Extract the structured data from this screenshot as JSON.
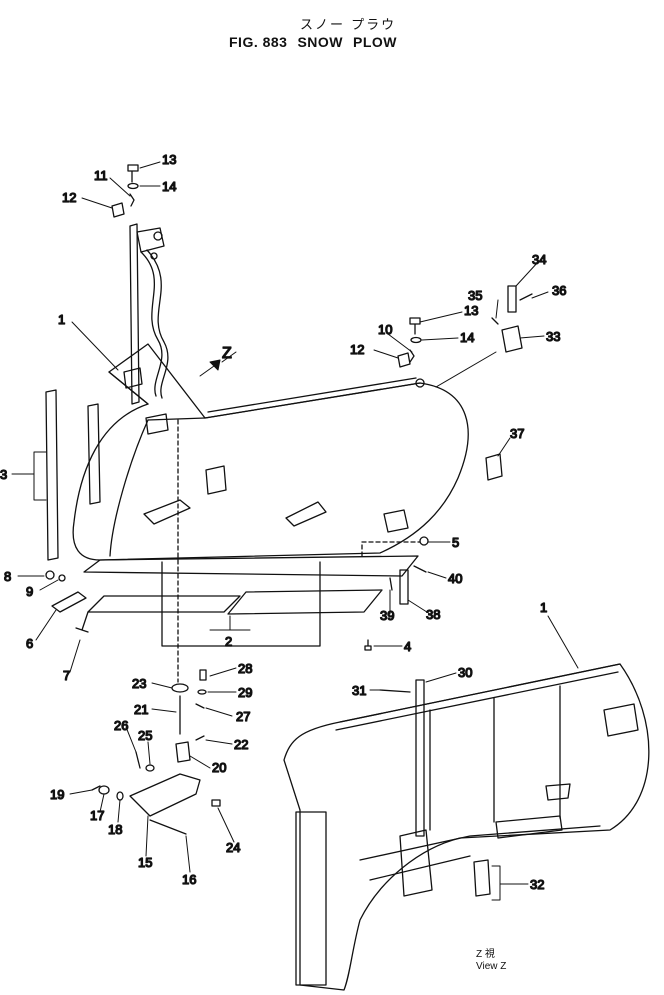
{
  "header": {
    "title_jp": "スノー プラウ",
    "figure_number": "FIG. 883",
    "title_en_1": "SNOW",
    "title_en_2": "PLOW"
  },
  "view_marker": "Z",
  "caption": {
    "jp": "Z  視",
    "en": "View  Z"
  },
  "callouts": [
    "1",
    "2",
    "3",
    "4",
    "5",
    "6",
    "7",
    "8",
    "9",
    "10",
    "11",
    "12",
    "13",
    "14",
    "15",
    "16",
    "17",
    "18",
    "19",
    "20",
    "21",
    "22",
    "23",
    "24",
    "25",
    "26",
    "27",
    "28",
    "29",
    "30",
    "31",
    "32",
    "33",
    "34",
    "35",
    "36",
    "37",
    "38",
    "39",
    "40"
  ],
  "colors": {
    "ink": "#111111",
    "paper": "#ffffff"
  }
}
